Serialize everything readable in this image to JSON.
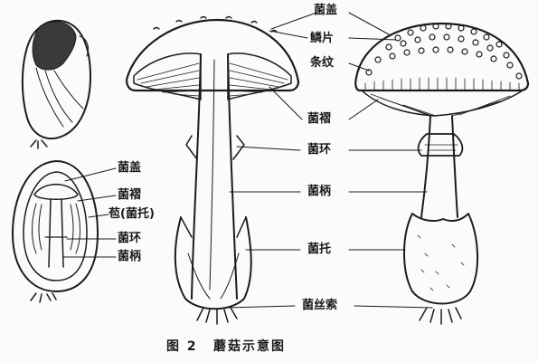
{
  "labels": {
    "cap_top": "菌盖",
    "scale": "鳞片",
    "stripe": "条纹",
    "gill": "菌褶",
    "ring": "菌环",
    "stem": "菌柄",
    "volva": "菌托",
    "mycelium": "菌丝索",
    "small_cap": "菌盖",
    "small_gill": "菌褶",
    "small_volva": "苞(菌托)",
    "small_ring": "菌环",
    "small_stem": "菌柄"
  },
  "caption": {
    "figure": "图 2",
    "title": "蘑菇示意图"
  }
}
